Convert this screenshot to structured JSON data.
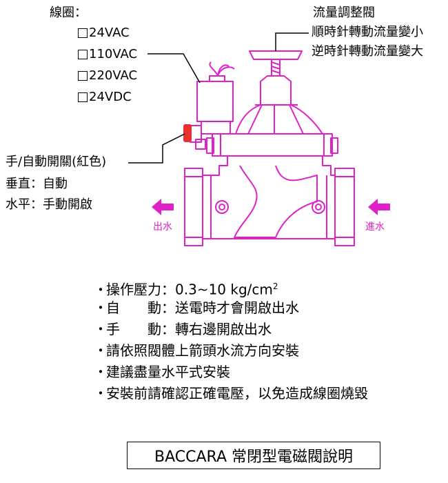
{
  "coil": {
    "label": "線圈：",
    "options": [
      "24VAC",
      "110VAC",
      "220VAC",
      "24VDC"
    ]
  },
  "flow_adjust": {
    "title": "流量調整閥",
    "clockwise": "順時針轉動流量變小",
    "counterclockwise": "逆時針轉動流量變大"
  },
  "switch": {
    "label": "手/自動開關(紅色)",
    "vertical": "垂直：自動",
    "horizontal": "水平：手動開啟"
  },
  "flow": {
    "outlet": "出水",
    "inlet": "進水"
  },
  "colors": {
    "valve": "#e020c8",
    "switch": "#e83030"
  },
  "notes": [
    {
      "pre": "操作壓力：0.3~10 kg/cm",
      "sup": "2"
    },
    {
      "pre": "自　　動：送電時才會開啟出水"
    },
    {
      "pre": "手　　動：轉右邊開啟出水"
    },
    {
      "pre": "請依照閥體上箭頭水流方向安裝"
    },
    {
      "pre": "建議盡量水平式安裝"
    },
    {
      "pre": "安裝前請確認正確電壓，以免造成線圈燒毀"
    }
  ],
  "bullet": "・",
  "footer_title": "BACCARA 常閉型電磁閥說明"
}
